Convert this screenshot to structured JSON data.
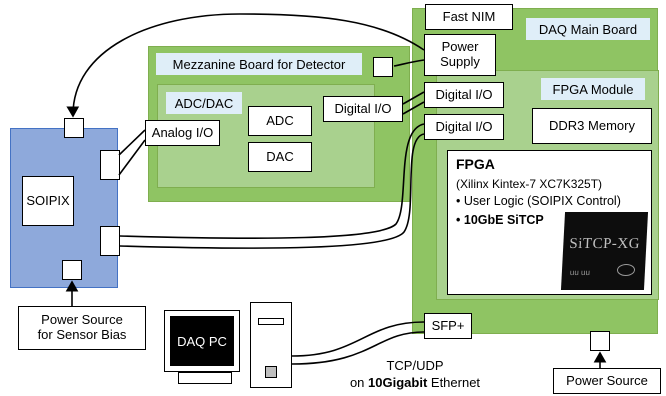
{
  "colors": {
    "board_green": "#8fc463",
    "inner_green": "#a9d18e",
    "title_blue": "#dfeef8",
    "soipix_blue": "#8ea9db",
    "soipix_border": "#4472c4",
    "monitor_black": "#000000"
  },
  "labels": {
    "fast_nim": "Fast NIM",
    "daq_main_board": "DAQ Main Board",
    "power_supply_line1": "Power",
    "power_supply_line2": "Supply",
    "mezzanine": "Mezzanine Board for Detector",
    "adc_dac": "ADC/DAC",
    "adc": "ADC",
    "dac": "DAC",
    "analog_io": "Analog I/O",
    "digital_io_mezz": "Digital I/O",
    "digital_io_main_1": "Digital I/O",
    "digital_io_main_2": "Digital I/O",
    "fpga_module": "FPGA Module",
    "ddr3": "DDR3 Memory",
    "fpga_title": "FPGA",
    "fpga_part": "(Xilinx Kintex-7 XC7K325T)",
    "bullet_1": "User Logic (SOIPIX Control)",
    "bullet_2": "10GbE SiTCP",
    "chip_text": "SiTCP-XG",
    "chip_small": "uu uu",
    "soipix": "SOIPIX",
    "power_bias_line1": "Power Source",
    "power_bias_line2": "for Sensor Bias",
    "daq_pc": "DAQ PC",
    "sfp": "SFP+",
    "tcp_line1": "TCP/UDP",
    "tcp_line2_pre": "on ",
    "tcp_line2_bold": "10Gigabit",
    "tcp_line2_post": " Ethernet",
    "power_source": "Power Source"
  }
}
